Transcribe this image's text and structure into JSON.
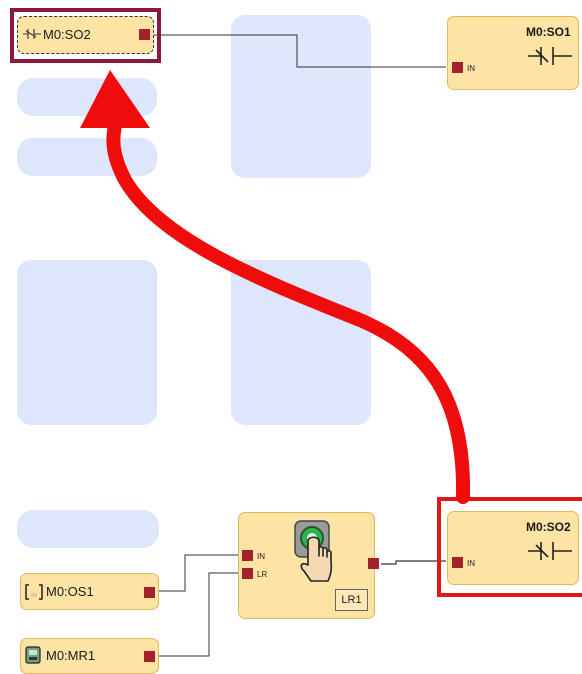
{
  "nodes": {
    "ref_so2_top": {
      "label": "M0:SO2",
      "icon": "safety-output-icon"
    },
    "output_so1": {
      "title": "M0:SO1",
      "port_in": "IN",
      "icon": "safety-output-contact-icon"
    },
    "output_so2": {
      "title": "M0:SO2",
      "port_in": "IN",
      "icon": "safety-output-contact-icon"
    },
    "lr_block": {
      "port_in": "IN",
      "port_lr": "LR",
      "tag": "LR1",
      "icon": "hand-press-button-icon"
    },
    "input_os1": {
      "label": "M0:OS1",
      "icon": "operating-switch-icon"
    },
    "input_mr1": {
      "label": "M0:MR1",
      "icon": "manual-reset-icon"
    }
  },
  "colors": {
    "annotation_arrow": "#ee0c0c",
    "highlight_top": "#8b1a3a",
    "highlight_bottom": "#e01818",
    "port": "#a3212a",
    "node_fill": "#fde3a4",
    "placeholder": "#dde6fb"
  }
}
